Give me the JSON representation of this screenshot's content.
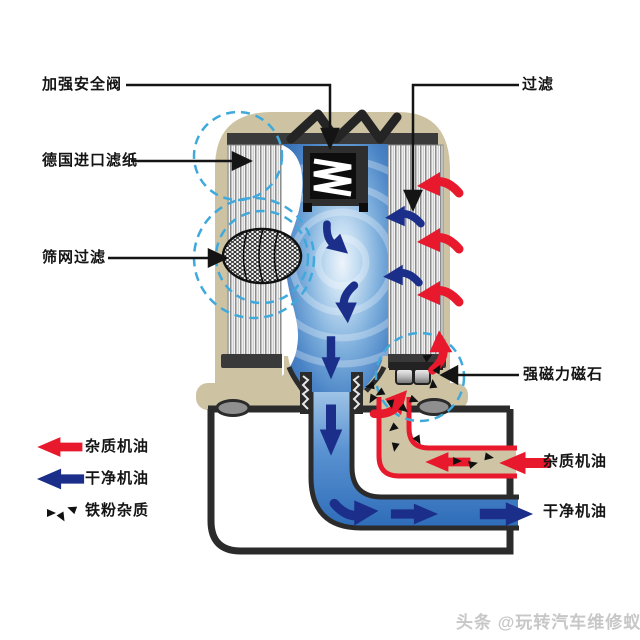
{
  "diagram": {
    "subject": "oil-filter-cutaway",
    "callouts": {
      "safety_valve": "加强安全阀",
      "filtration": "过滤",
      "filter_paper": "德国进口滤纸",
      "mesh_filter": "筛网过滤",
      "magnet": "强磁力磁石"
    },
    "flow_labels": {
      "dirty_oil_in": "杂质机油",
      "clean_oil_out": "干净机油"
    },
    "legend": {
      "items": [
        {
          "id": "dirty-oil",
          "label": "杂质机油",
          "symbol": "red-arrow-left",
          "color": "#e8192c"
        },
        {
          "id": "clean-oil",
          "label": "干净机油",
          "symbol": "blue-arrow-left",
          "color": "#1b2f8a"
        },
        {
          "id": "iron-particles",
          "label": "铁粉杂质",
          "symbol": "black-triangles",
          "color": "#111111"
        }
      ]
    },
    "watermark": "头条 @玩转汽车维修蚁",
    "colors": {
      "housing_tan": "#cdc3a3",
      "outline_dark": "#2b2b2b",
      "oil_blue_deep": "#2e6cb8",
      "oil_blue_light": "#e9f2fb",
      "arrow_red": "#e8192c",
      "arrow_navy": "#1b2f8a",
      "highlight_dashed": "#3fa9dc"
    }
  }
}
